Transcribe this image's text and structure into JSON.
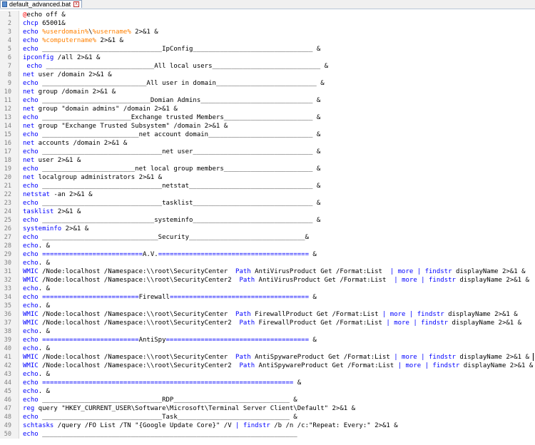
{
  "tab": {
    "title": "default_advanced.bat",
    "close": "x"
  },
  "lines": [
    {
      "n": "1",
      "segs": [
        {
          "t": "@",
          "c": "at"
        },
        {
          "t": "echo off &",
          "c": ""
        }
      ]
    },
    {
      "n": "2",
      "segs": [
        {
          "t": "chcp",
          "c": "kw"
        },
        {
          "t": " 65001&",
          "c": ""
        }
      ]
    },
    {
      "n": "3",
      "segs": [
        {
          "t": "echo",
          "c": "kw"
        },
        {
          "t": " ",
          "c": ""
        },
        {
          "t": "%userdomain%",
          "c": "var"
        },
        {
          "t": "\\",
          "c": ""
        },
        {
          "t": "%username%",
          "c": "var"
        },
        {
          "t": " 2>&1 &",
          "c": ""
        }
      ]
    },
    {
      "n": "4",
      "segs": [
        {
          "t": "echo",
          "c": "kw"
        },
        {
          "t": " ",
          "c": ""
        },
        {
          "t": "%computername%",
          "c": "var"
        },
        {
          "t": " 2>&1 &",
          "c": ""
        }
      ]
    },
    {
      "n": "5",
      "segs": [
        {
          "t": "echo",
          "c": "kw"
        },
        {
          "t": " _______________________________IpConfig_______________________________ &",
          "c": ""
        }
      ]
    },
    {
      "n": "6",
      "segs": [
        {
          "t": "ipconfig",
          "c": "kw"
        },
        {
          "t": " /all 2>&1 &",
          "c": ""
        }
      ]
    },
    {
      "n": "7",
      "segs": [
        {
          "t": " echo",
          "c": "kw"
        },
        {
          "t": " ____________________________All local users____________________________ &",
          "c": ""
        }
      ]
    },
    {
      "n": "8",
      "segs": [
        {
          "t": "net",
          "c": "kw"
        },
        {
          "t": " user /domain 2>&1 &",
          "c": ""
        }
      ]
    },
    {
      "n": "9",
      "segs": [
        {
          "t": "echo",
          "c": "kw"
        },
        {
          "t": " ___________________________All user in domain__________________________ &",
          "c": ""
        }
      ]
    },
    {
      "n": "10",
      "segs": [
        {
          "t": "net",
          "c": "kw"
        },
        {
          "t": " group /domain 2>&1 &",
          "c": ""
        }
      ]
    },
    {
      "n": "11",
      "segs": [
        {
          "t": "echo",
          "c": "kw"
        },
        {
          "t": " ____________________________Domian Admins_____________________________ &",
          "c": ""
        }
      ]
    },
    {
      "n": "12",
      "segs": [
        {
          "t": "net",
          "c": "kw"
        },
        {
          "t": " group \"domain admins\" /domain 2>&1 &",
          "c": ""
        }
      ]
    },
    {
      "n": "13",
      "segs": [
        {
          "t": "echo",
          "c": "kw"
        },
        {
          "t": " _______________________Exchange trusted Members_______________________ &",
          "c": ""
        }
      ]
    },
    {
      "n": "14",
      "segs": [
        {
          "t": "net",
          "c": "kw"
        },
        {
          "t": " group \"Exchange Trusted Subsystem\" /domain 2>&1 &",
          "c": ""
        }
      ]
    },
    {
      "n": "15",
      "segs": [
        {
          "t": "echo",
          "c": "kw"
        },
        {
          "t": " _________________________net account domain___________________________ &",
          "c": ""
        }
      ]
    },
    {
      "n": "16",
      "segs": [
        {
          "t": "net",
          "c": "kw"
        },
        {
          "t": " accounts /domain 2>&1 &",
          "c": ""
        }
      ]
    },
    {
      "n": "17",
      "segs": [
        {
          "t": "echo",
          "c": "kw"
        },
        {
          "t": " _______________________________net user_______________________________ &",
          "c": ""
        }
      ]
    },
    {
      "n": "18",
      "segs": [
        {
          "t": "net",
          "c": "kw"
        },
        {
          "t": " user 2>&1 &",
          "c": ""
        }
      ]
    },
    {
      "n": "19",
      "segs": [
        {
          "t": "echo",
          "c": "kw"
        },
        {
          "t": " ________________________net local group members_______________________ &",
          "c": ""
        }
      ]
    },
    {
      "n": "20",
      "segs": [
        {
          "t": "net",
          "c": "kw"
        },
        {
          "t": " localgroup administrators 2>&1 &",
          "c": ""
        }
      ]
    },
    {
      "n": "21",
      "segs": [
        {
          "t": "echo",
          "c": "kw"
        },
        {
          "t": " _______________________________netstat________________________________ &",
          "c": ""
        }
      ]
    },
    {
      "n": "22",
      "segs": [
        {
          "t": "netstat",
          "c": "kw"
        },
        {
          "t": " -an 2>&1 &",
          "c": ""
        }
      ]
    },
    {
      "n": "23",
      "segs": [
        {
          "t": "echo",
          "c": "kw"
        },
        {
          "t": " _______________________________tasklist_______________________________ &",
          "c": ""
        }
      ]
    },
    {
      "n": "24",
      "segs": [
        {
          "t": "tasklist",
          "c": "kw"
        },
        {
          "t": " 2>&1 &",
          "c": ""
        }
      ]
    },
    {
      "n": "25",
      "segs": [
        {
          "t": "echo",
          "c": "kw"
        },
        {
          "t": " _____________________________systeminfo_______________________________ &",
          "c": ""
        }
      ]
    },
    {
      "n": "26",
      "segs": [
        {
          "t": "systeminfo",
          "c": "kw"
        },
        {
          "t": " 2>&1 &",
          "c": ""
        }
      ]
    },
    {
      "n": "27",
      "segs": [
        {
          "t": "echo",
          "c": "kw"
        },
        {
          "t": " ______________________________Security______________________________&",
          "c": ""
        }
      ]
    },
    {
      "n": "28",
      "segs": [
        {
          "t": "echo",
          "c": "kw"
        },
        {
          "t": ". &",
          "c": ""
        }
      ]
    },
    {
      "n": "29",
      "segs": [
        {
          "t": "echo",
          "c": "kw"
        },
        {
          "t": " ",
          "c": ""
        },
        {
          "t": "==========================",
          "c": "op"
        },
        {
          "t": "A.V.",
          "c": ""
        },
        {
          "t": "=======================================",
          "c": "op"
        },
        {
          "t": " &",
          "c": ""
        }
      ]
    },
    {
      "n": "30",
      "segs": [
        {
          "t": "echo",
          "c": "kw"
        },
        {
          "t": ". &",
          "c": ""
        }
      ]
    },
    {
      "n": "31",
      "segs": [
        {
          "t": "WMIC",
          "c": "kw"
        },
        {
          "t": " /Node:localhost /Namespace:\\\\root\\SecurityCenter  ",
          "c": ""
        },
        {
          "t": "Path",
          "c": "kw"
        },
        {
          "t": " AntiVirusProduct Get /Format:List  ",
          "c": ""
        },
        {
          "t": "|",
          "c": "op"
        },
        {
          "t": " ",
          "c": ""
        },
        {
          "t": "more",
          "c": "kw"
        },
        {
          "t": " ",
          "c": ""
        },
        {
          "t": "|",
          "c": "op"
        },
        {
          "t": " ",
          "c": ""
        },
        {
          "t": "findstr",
          "c": "kw"
        },
        {
          "t": " displayName 2>&1 &",
          "c": ""
        }
      ]
    },
    {
      "n": "32",
      "segs": [
        {
          "t": "WMIC",
          "c": "kw"
        },
        {
          "t": " /Node:localhost /Namespace:\\\\root\\SecurityCenter2  ",
          "c": ""
        },
        {
          "t": "Path",
          "c": "kw"
        },
        {
          "t": " AntiVirusProduct Get /Format:List  ",
          "c": ""
        },
        {
          "t": "|",
          "c": "op"
        },
        {
          "t": " ",
          "c": ""
        },
        {
          "t": "more",
          "c": "kw"
        },
        {
          "t": " ",
          "c": ""
        },
        {
          "t": "|",
          "c": "op"
        },
        {
          "t": " ",
          "c": ""
        },
        {
          "t": "findstr",
          "c": "kw"
        },
        {
          "t": " displayName 2>&1 &",
          "c": ""
        }
      ]
    },
    {
      "n": "33",
      "segs": [
        {
          "t": "echo",
          "c": "kw"
        },
        {
          "t": ". &",
          "c": ""
        }
      ]
    },
    {
      "n": "34",
      "segs": [
        {
          "t": "echo",
          "c": "kw"
        },
        {
          "t": " ",
          "c": ""
        },
        {
          "t": "=========================",
          "c": "op"
        },
        {
          "t": "Firewall",
          "c": ""
        },
        {
          "t": "====================================",
          "c": "op"
        },
        {
          "t": " &",
          "c": ""
        }
      ]
    },
    {
      "n": "35",
      "segs": [
        {
          "t": "echo",
          "c": "kw"
        },
        {
          "t": ". &",
          "c": ""
        }
      ]
    },
    {
      "n": "36",
      "segs": [
        {
          "t": "WMIC",
          "c": "kw"
        },
        {
          "t": " /Node:localhost /Namespace:\\\\root\\SecurityCenter  ",
          "c": ""
        },
        {
          "t": "Path",
          "c": "kw"
        },
        {
          "t": " FirewallProduct Get /Format:List ",
          "c": ""
        },
        {
          "t": "|",
          "c": "op"
        },
        {
          "t": " ",
          "c": ""
        },
        {
          "t": "more",
          "c": "kw"
        },
        {
          "t": " ",
          "c": ""
        },
        {
          "t": "|",
          "c": "op"
        },
        {
          "t": " ",
          "c": ""
        },
        {
          "t": "findstr",
          "c": "kw"
        },
        {
          "t": " displayName 2>&1 &",
          "c": ""
        }
      ]
    },
    {
      "n": "37",
      "segs": [
        {
          "t": "WMIC",
          "c": "kw"
        },
        {
          "t": " /Node:localhost /Namespace:\\\\root\\SecurityCenter2  ",
          "c": ""
        },
        {
          "t": "Path",
          "c": "kw"
        },
        {
          "t": " FirewallProduct Get /Format:List ",
          "c": ""
        },
        {
          "t": "|",
          "c": "op"
        },
        {
          "t": " ",
          "c": ""
        },
        {
          "t": "more",
          "c": "kw"
        },
        {
          "t": " ",
          "c": ""
        },
        {
          "t": "|",
          "c": "op"
        },
        {
          "t": " ",
          "c": ""
        },
        {
          "t": "findstr",
          "c": "kw"
        },
        {
          "t": " displayName 2>&1 &",
          "c": ""
        }
      ]
    },
    {
      "n": "38",
      "segs": [
        {
          "t": "echo",
          "c": "kw"
        },
        {
          "t": ". &",
          "c": ""
        }
      ]
    },
    {
      "n": "39",
      "segs": [
        {
          "t": "echo",
          "c": "kw"
        },
        {
          "t": " ",
          "c": ""
        },
        {
          "t": "=========================",
          "c": "op"
        },
        {
          "t": "AntiSpy",
          "c": ""
        },
        {
          "t": "=====================================",
          "c": "op"
        },
        {
          "t": " &",
          "c": ""
        }
      ]
    },
    {
      "n": "40",
      "segs": [
        {
          "t": "echo",
          "c": "kw"
        },
        {
          "t": ". &",
          "c": ""
        }
      ]
    },
    {
      "n": "41",
      "segs": [
        {
          "t": "WMIC",
          "c": "kw"
        },
        {
          "t": " /Node:localhost /Namespace:\\\\root\\SecurityCenter  ",
          "c": ""
        },
        {
          "t": "Path",
          "c": "kw"
        },
        {
          "t": " AntiSpywareProduct Get /Format:List ",
          "c": ""
        },
        {
          "t": "|",
          "c": "op"
        },
        {
          "t": " ",
          "c": ""
        },
        {
          "t": "more",
          "c": "kw"
        },
        {
          "t": " ",
          "c": ""
        },
        {
          "t": "|",
          "c": "op"
        },
        {
          "t": " ",
          "c": ""
        },
        {
          "t": "findstr",
          "c": "kw"
        },
        {
          "t": " displayName 2>&1 &",
          "c": ""
        }
      ],
      "caret": true
    },
    {
      "n": "42",
      "segs": [
        {
          "t": "WMIC",
          "c": "kw"
        },
        {
          "t": " /Node:localhost /Namespace:\\\\root\\SecurityCenter2  ",
          "c": ""
        },
        {
          "t": "Path",
          "c": "kw"
        },
        {
          "t": " AntiSpywareProduct Get /Format:List ",
          "c": ""
        },
        {
          "t": "|",
          "c": "op"
        },
        {
          "t": " ",
          "c": ""
        },
        {
          "t": "more",
          "c": "kw"
        },
        {
          "t": " ",
          "c": ""
        },
        {
          "t": "|",
          "c": "op"
        },
        {
          "t": " ",
          "c": ""
        },
        {
          "t": "findstr",
          "c": "kw"
        },
        {
          "t": " displayName 2>&1 &",
          "c": ""
        }
      ]
    },
    {
      "n": "43",
      "segs": [
        {
          "t": "echo",
          "c": "kw"
        },
        {
          "t": ". &",
          "c": ""
        }
      ]
    },
    {
      "n": "44",
      "segs": [
        {
          "t": "echo",
          "c": "kw"
        },
        {
          "t": " ",
          "c": ""
        },
        {
          "t": "=================================================================",
          "c": "op"
        },
        {
          "t": " &",
          "c": ""
        }
      ]
    },
    {
      "n": "45",
      "segs": [
        {
          "t": "echo",
          "c": "kw"
        },
        {
          "t": ". &",
          "c": ""
        }
      ]
    },
    {
      "n": "46",
      "segs": [
        {
          "t": "echo",
          "c": "kw"
        },
        {
          "t": " _______________________________RDP______________________________ &",
          "c": ""
        }
      ]
    },
    {
      "n": "47",
      "segs": [
        {
          "t": "reg",
          "c": "kw"
        },
        {
          "t": " query \"HKEY_CURRENT_USER\\Software\\Microsoft\\Terminal Server Client\\Default\" 2>&1 &",
          "c": ""
        }
      ]
    },
    {
      "n": "48",
      "segs": [
        {
          "t": "echo",
          "c": "kw"
        },
        {
          "t": " _______________________________Task_____________________________ &",
          "c": ""
        }
      ]
    },
    {
      "n": "49",
      "segs": [
        {
          "t": "schtasks",
          "c": "kw"
        },
        {
          "t": " /query /FO List /TN \"{Google Update Core}\" /V ",
          "c": ""
        },
        {
          "t": "|",
          "c": "op"
        },
        {
          "t": " ",
          "c": ""
        },
        {
          "t": "findstr",
          "c": "kw"
        },
        {
          "t": " /b /n /c:\"Repeat: Every:\" 2>&1 &",
          "c": ""
        }
      ]
    },
    {
      "n": "50",
      "segs": [
        {
          "t": "echo",
          "c": "kw"
        },
        {
          "t": " __________________________________________________________________",
          "c": ""
        }
      ]
    }
  ]
}
